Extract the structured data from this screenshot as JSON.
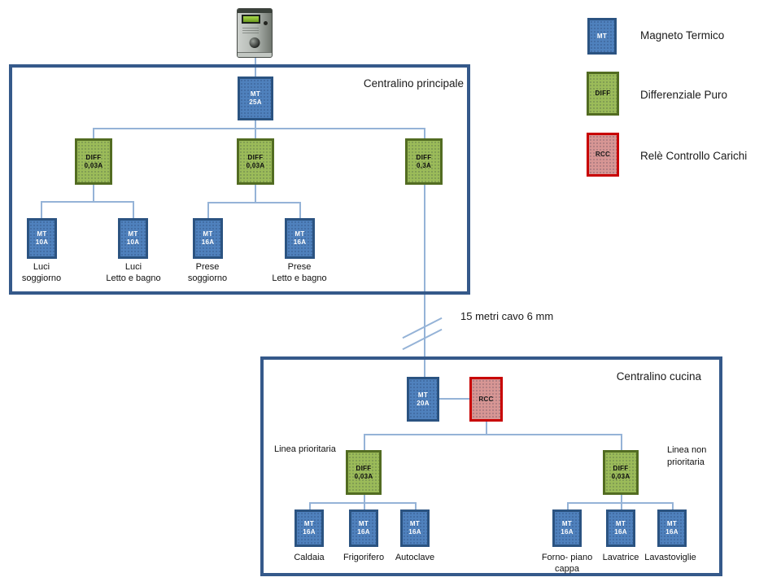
{
  "colors": {
    "mt_fill": "#4f81bd",
    "mt_border": "#2b5381",
    "diff_fill": "#9bbb59",
    "diff_border": "#526c22",
    "rcc_fill": "#d79694",
    "rcc_border": "#c80000",
    "panel_border": "#35598a",
    "wire": "#95b3d7"
  },
  "legend": {
    "items": [
      {
        "code": "MT",
        "label": "Magneto Termico"
      },
      {
        "code": "DIFF",
        "label": "Differenziale Puro"
      },
      {
        "code": "RCC",
        "label": "Relè Controllo Carichi"
      }
    ]
  },
  "main_panel": {
    "title": "Centralino principale",
    "main_breaker": {
      "type": "MT",
      "rating": "25A"
    },
    "diffs": [
      {
        "type": "DIFF",
        "rating": "0,03A"
      },
      {
        "type": "DIFF",
        "rating": "0,03A"
      },
      {
        "type": "DIFF",
        "rating": "0,3A"
      }
    ],
    "circuits": [
      {
        "type": "MT",
        "rating": "10A",
        "label_line1": "Luci",
        "label_line2": "soggiorno"
      },
      {
        "type": "MT",
        "rating": "10A",
        "label_line1": "Luci",
        "label_line2": "Letto e bagno"
      },
      {
        "type": "MT",
        "rating": "16A",
        "label_line1": "Prese",
        "label_line2": "soggiorno"
      },
      {
        "type": "MT",
        "rating": "16A",
        "label_line1": "Prese",
        "label_line2": "Letto e bagno"
      }
    ]
  },
  "cable": {
    "label": "15 metri cavo 6 mm"
  },
  "kitchen_panel": {
    "title": "Centralino cucina",
    "main_breaker": {
      "type": "MT",
      "rating": "20A"
    },
    "rcc": {
      "type": "RCC"
    },
    "priority_line": {
      "label": "Linea prioritaria",
      "diff": {
        "type": "DIFF",
        "rating": "0,03A"
      },
      "circuits": [
        {
          "type": "MT",
          "rating": "16A",
          "label_line1": "Caldaia",
          "label_line2": ""
        },
        {
          "type": "MT",
          "rating": "16A",
          "label_line1": "Frigorifero",
          "label_line2": ""
        },
        {
          "type": "MT",
          "rating": "16A",
          "label_line1": "Autoclave",
          "label_line2": ""
        }
      ]
    },
    "non_priority_line": {
      "label_line1": "Linea non",
      "label_line2": "prioritaria",
      "diff": {
        "type": "DIFF",
        "rating": "0,03A"
      },
      "circuits": [
        {
          "type": "MT",
          "rating": "16A",
          "label_line1": "Forno- piano",
          "label_line2": "cappa"
        },
        {
          "type": "MT",
          "rating": "16A",
          "label_line1": "Lavatrice",
          "label_line2": ""
        },
        {
          "type": "MT",
          "rating": "16A",
          "label_line1": "Lavastoviglie",
          "label_line2": ""
        }
      ]
    }
  }
}
